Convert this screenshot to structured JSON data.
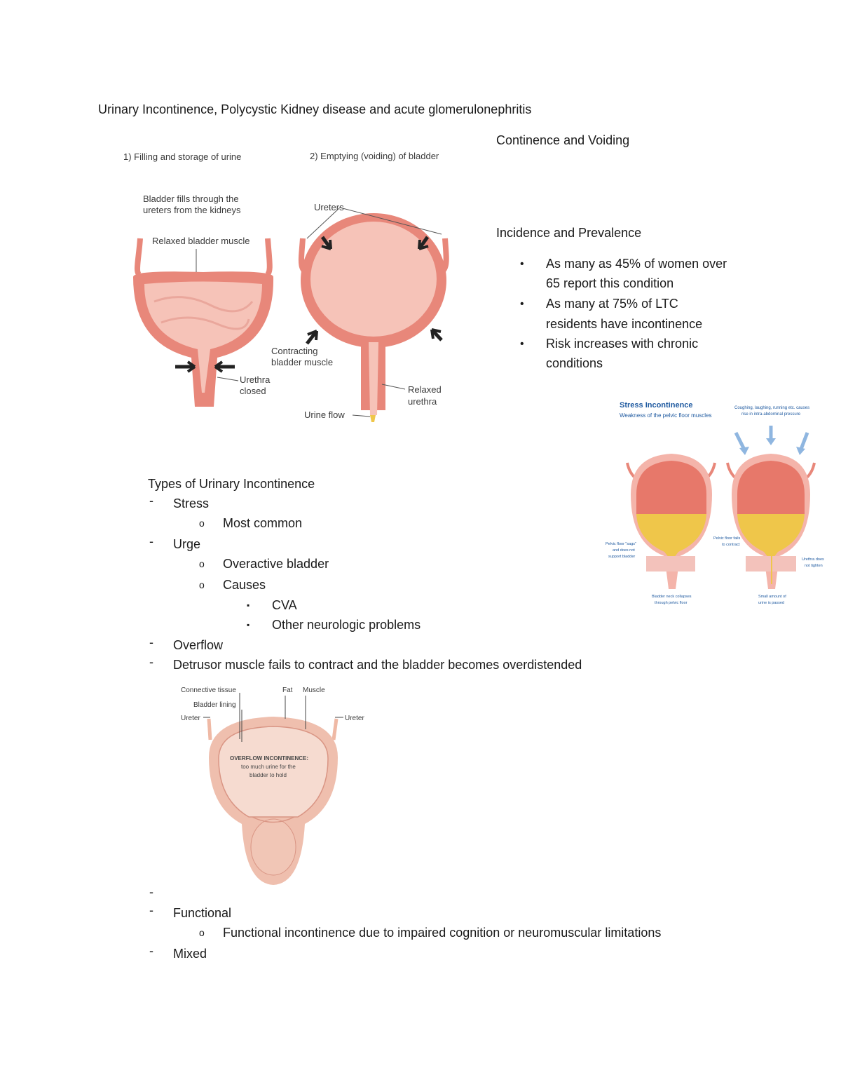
{
  "doc": {
    "title": "Urinary Incontinence, Polycystic Kidney disease and acute glomerulonephritis"
  },
  "right_column": {
    "heading1": "Continence and Voiding",
    "heading2": "Incidence and Prevalence",
    "bullets": [
      {
        "line1": "As many as 45% of women over",
        "line2": "65 report this condition"
      },
      {
        "line1": "As many at 75% of LTC",
        "line2": "residents have incontinence"
      },
      {
        "line1": "Risk increases with chronic",
        "line2": "conditions"
      }
    ]
  },
  "figure1": {
    "caption_left": "1) Filling and storage of urine",
    "caption_right": "2) Emptying (voiding) of bladder",
    "fill_line1": "Bladder fills through the",
    "fill_line2": "ureters from the kidneys",
    "relaxed_muscle": "Relaxed bladder muscle",
    "ureters": "Ureters",
    "contracting1": "Contracting",
    "contracting2": "bladder muscle",
    "urethra1": "Urethra",
    "urethra2": "closed",
    "relaxed1": "Relaxed",
    "relaxed2": "urethra",
    "urine_flow": "Urine flow"
  },
  "figure2": {
    "title": "Stress Incontinence",
    "subtitle": "Weakness of the pelvic floor muscles",
    "cough1": "Coughing, laughing, running etc. causes",
    "cough2": "rise in intra-abdominal pressure",
    "pf1": "Pelvic floor \"sags\"",
    "pf2": "and does not",
    "pf3": "support bladder",
    "pfm1": "Pelvic floor fails",
    "pfm2": "to contract",
    "ur1": "Urethra does",
    "ur2": "not tighten",
    "bn1": "Bladder neck collapses",
    "bn2": "through pelvic floor",
    "sa1": "Small amount of",
    "sa2": "urine is passed"
  },
  "types": {
    "heading": "Types of Urinary Incontinence",
    "stress": "Stress",
    "most_common": "Most common",
    "urge": "Urge",
    "overactive": "Overactive bladder",
    "causes": "Causes",
    "cva": "CVA",
    "other_neuro": "Other neurologic problems",
    "overflow": "Overflow",
    "detrusor": "Detrusor muscle fails to contract and the bladder becomes overdistended",
    "functional": "Functional",
    "functional_desc": "Functional incontinence due to impaired cognition or neuromuscular limitations",
    "mixed": "Mixed"
  },
  "figure3": {
    "connective": "Connective tissue",
    "fat": "Fat",
    "muscle": "Muscle",
    "lining": "Bladder lining",
    "ureter_left": "Ureter",
    "ureter_right": "Ureter",
    "ov1": "OVERFLOW INCONTINENCE:",
    "ov2": "too much urine for the",
    "ov3": "bladder to hold"
  },
  "markers": {
    "bullet": "•",
    "dash": "-",
    "circle": "o",
    "square": "▪"
  },
  "colors": {
    "bladder_wall": "#e8877a",
    "bladder_inner": "#f6c3b8",
    "urine": "#efc64a",
    "arrow_blue": "#8fb6e0",
    "title_blue": "#1f5aa0"
  }
}
